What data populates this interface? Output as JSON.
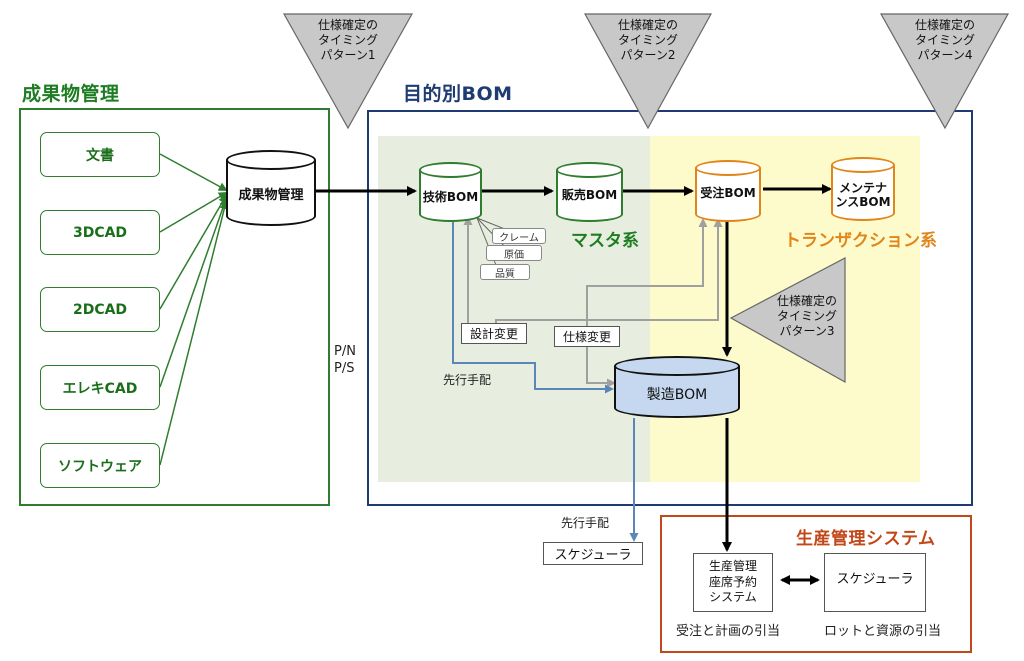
{
  "panels": {
    "deliverables_title": "成果物管理",
    "bom_title": "目的別BOM",
    "production_title": "生産管理システム"
  },
  "deliverables": [
    "文書",
    "3DCAD",
    "2DCAD",
    "エレキCAD",
    "ソフトウェア"
  ],
  "databases": {
    "deliverables_db": "成果物管理",
    "engineering_bom": "技術BOM",
    "sales_bom": "販売BOM",
    "order_bom": "受注BOM",
    "maintenance_bom": "メンテナンスBOM",
    "manufacturing_bom": "製造BOM"
  },
  "timing_patterns": [
    "仕様確定の\nタイミング\nパターン1",
    "仕様確定の\nタイミング\nパターン2",
    "仕様確定の\nタイミング\nパターン4",
    "仕様確定の\nタイミング\nパターン3"
  ],
  "zones": {
    "master": "マスタ系",
    "transaction": "トランザクション系"
  },
  "attributes": [
    "クレーム",
    "原価",
    "品質"
  ],
  "changes": {
    "design_change": "設計変更",
    "spec_change": "仕様変更"
  },
  "labels": {
    "pn_ps": "P/N\nP/S",
    "advance_arrangement_1": "先行手配",
    "advance_arrangement_2": "先行手配",
    "scheduler_outside": "スケジューラ"
  },
  "production": {
    "seat_booking": "生産管理\n座席予約\nシステム",
    "scheduler": "スケジューラ",
    "caption_left": "受注と計画の引当",
    "caption_right": "ロットと資源の引当"
  },
  "colors": {
    "green": "#1e7d22",
    "navy": "#1f3b73",
    "orange": "#e0861a",
    "red": "#c2481a",
    "master_zone": "#e8eedf",
    "transaction_zone": "#fdfbcc",
    "mfg_bom_fill": "#c5d8ef",
    "blue_line": "#5b86b8"
  }
}
